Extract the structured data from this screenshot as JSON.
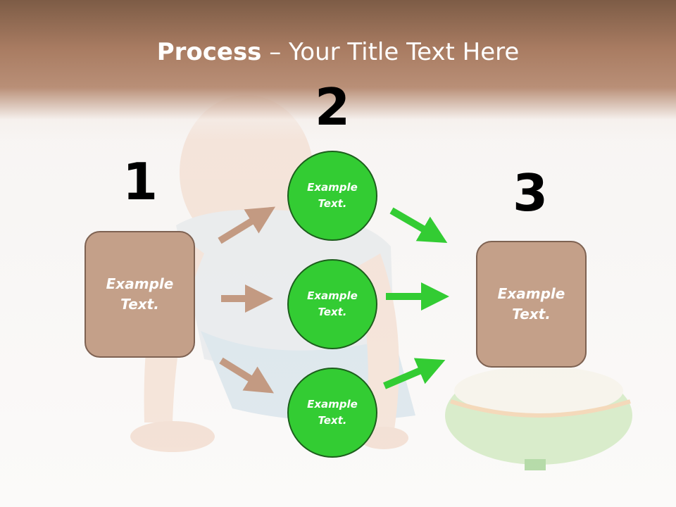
{
  "title": {
    "bold": "Process",
    "rest": " – Your Title Text Here"
  },
  "colors": {
    "box_fill": "#c4a089",
    "box_border": "#7e6252",
    "circle_fill": "#33cc33",
    "circle_border": "#1c5e1c",
    "brown_arrow": "#c39a82",
    "green_arrow": "#33cc33",
    "header": "#a97c62"
  },
  "steps": {
    "one": "1",
    "two": "2",
    "three": "3"
  },
  "left_box": {
    "line1": "Example",
    "line2": "Text."
  },
  "circles": [
    {
      "line1": "Example",
      "line2": "Text."
    },
    {
      "line1": "Example",
      "line2": "Text."
    },
    {
      "line1": "Example",
      "line2": "Text."
    }
  ],
  "right_box": {
    "line1": "Example",
    "line2": "Text."
  }
}
